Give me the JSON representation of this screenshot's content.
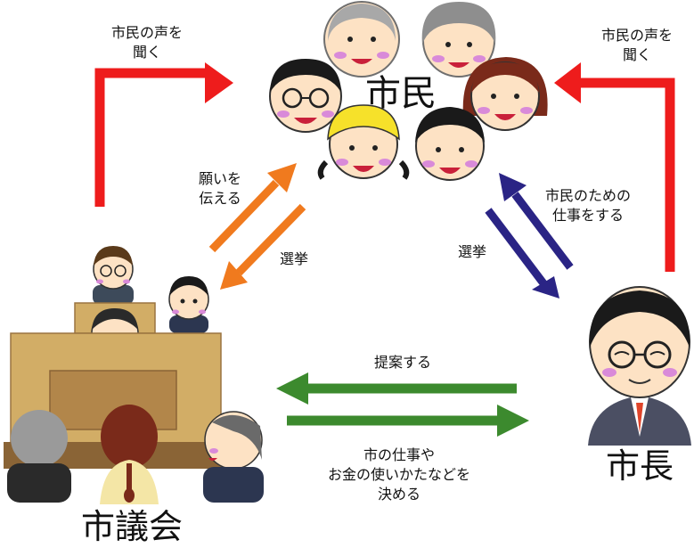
{
  "nodes": {
    "citizens": "市民",
    "mayor": "市長",
    "council": "市議会"
  },
  "edges": {
    "council_listen": [
      "市民の声を",
      "聞く"
    ],
    "mayor_listen": [
      "市民の声を",
      "聞く"
    ],
    "request": [
      "願いを",
      "伝える"
    ],
    "election_left": "選挙",
    "election_right": "選挙",
    "work_for_citizens": [
      "市民のための",
      "仕事をする"
    ],
    "propose": "提案する",
    "decide": [
      "市の仕事や",
      "お金の使いかたなどを",
      "決める"
    ]
  },
  "colors": {
    "listen_arrow": "#ee1c1c",
    "council_arrow": "#f07a1e",
    "mayor_arrow": "#2a2485",
    "proposal_arrow": "#3c8a2e",
    "skin": "#fde2c4",
    "hair": "#1a1a1a",
    "cheek": "#d98ad9",
    "wood": "#d2ad66",
    "wood_dark": "#b2864a"
  }
}
